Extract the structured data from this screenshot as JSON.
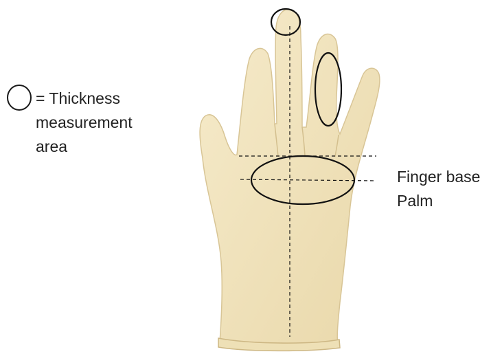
{
  "legend": {
    "symbol": "ellipse-outline",
    "lines": [
      "= Thickness",
      "measurement",
      "area"
    ]
  },
  "labels": {
    "finger_base": "Finger base",
    "palm": "Palm"
  },
  "colors": {
    "glove_fill": "#F1E3BC",
    "glove_shadow": "#D9C79A",
    "outline": "#1a1a1a"
  }
}
